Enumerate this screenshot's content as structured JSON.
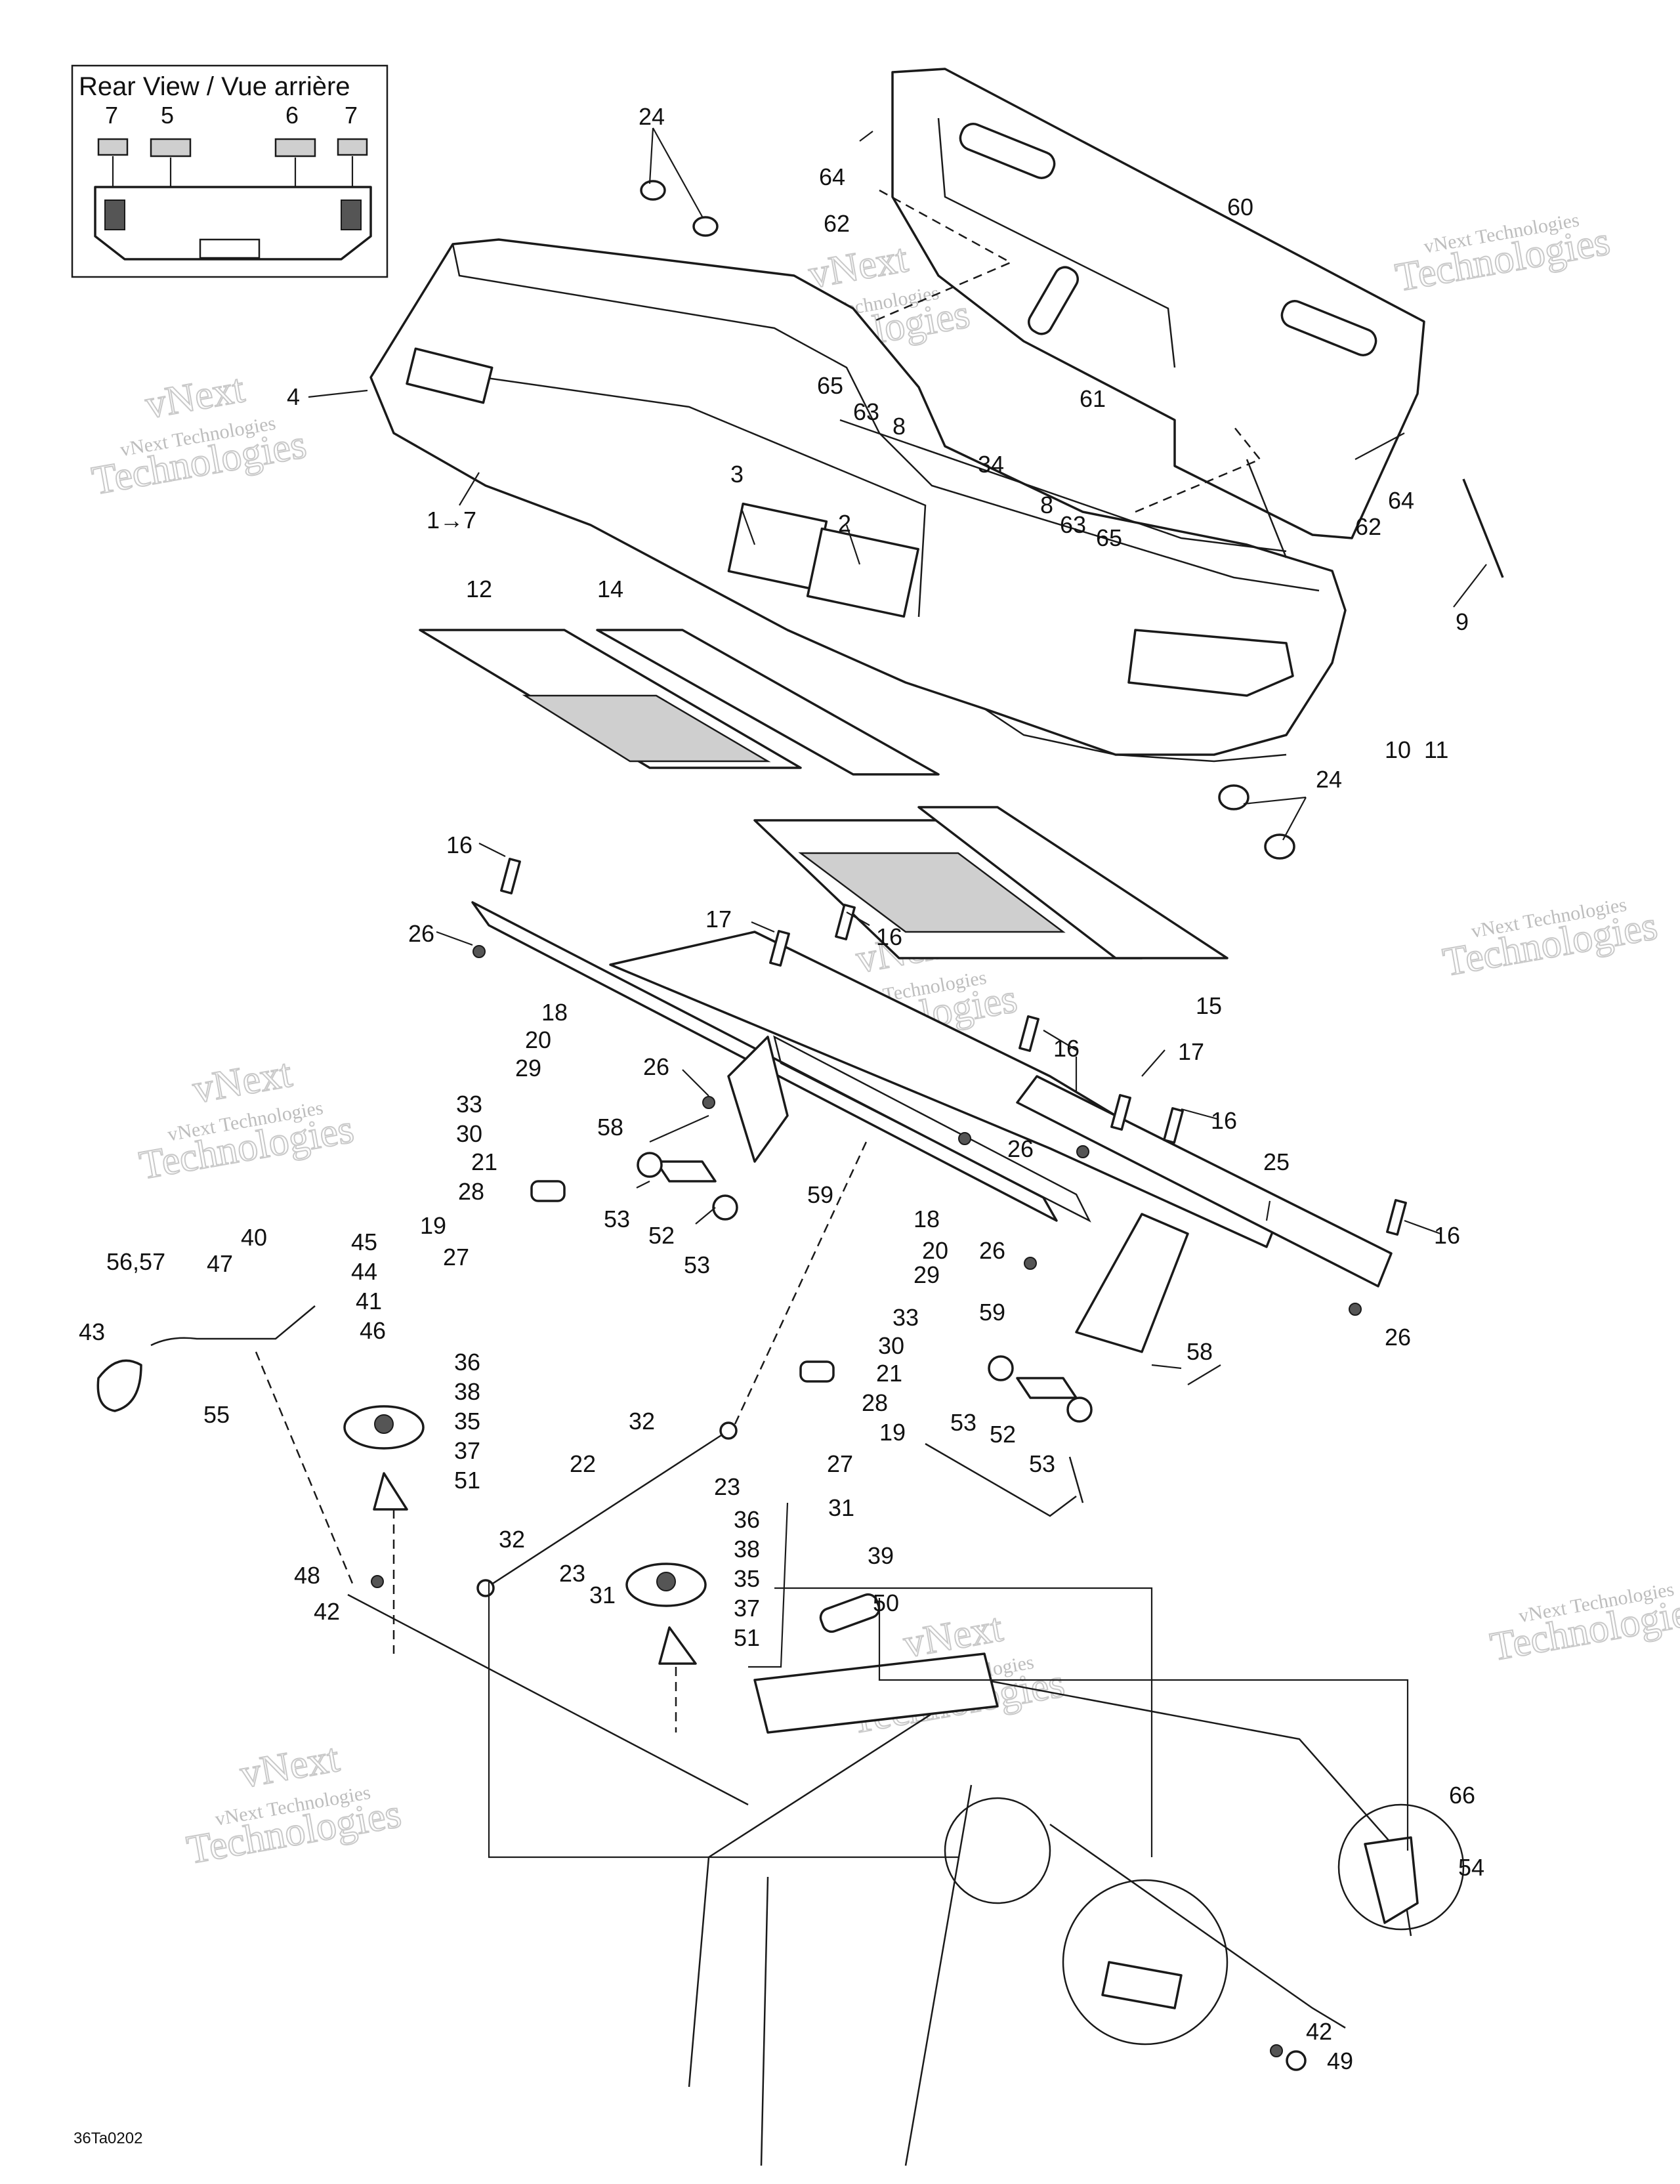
{
  "inset": {
    "title": "Rear View / Vue arrière",
    "labels": [
      "7",
      "5",
      "6",
      "7"
    ]
  },
  "figure_id": "36Ta0202",
  "watermark": {
    "line1": "vNext Technologies",
    "line2": "Technologies",
    "line3": "vNext"
  },
  "callouts": [
    "24",
    "64",
    "60",
    "62",
    "4",
    "65",
    "63",
    "8",
    "61",
    "34",
    "3",
    "2",
    "1→7",
    "8",
    "63",
    "65",
    "64",
    "62",
    "9",
    "12",
    "14",
    "10",
    "11",
    "24",
    "16",
    "26",
    "17",
    "16",
    "15",
    "18",
    "20",
    "29",
    "16",
    "17",
    "26",
    "33",
    "58",
    "30",
    "16",
    "26",
    "21",
    "25",
    "28",
    "53",
    "59",
    "19",
    "52",
    "18",
    "27",
    "53",
    "20",
    "26",
    "16",
    "29",
    "40",
    "45",
    "56,57",
    "47",
    "44",
    "41",
    "33",
    "43",
    "46",
    "59",
    "26",
    "36",
    "30",
    "21",
    "58",
    "38",
    "55",
    "35",
    "28",
    "32",
    "19",
    "53",
    "52",
    "53",
    "37",
    "27",
    "22",
    "51",
    "23",
    "31",
    "36",
    "38",
    "32",
    "39",
    "35",
    "48",
    "23",
    "31",
    "37",
    "50",
    "42",
    "51",
    "66",
    "54",
    "42",
    "49"
  ],
  "colors": {
    "line": "#1a1a1a",
    "shade": "#cfcfcf",
    "watermark": "#c9c9c9"
  }
}
